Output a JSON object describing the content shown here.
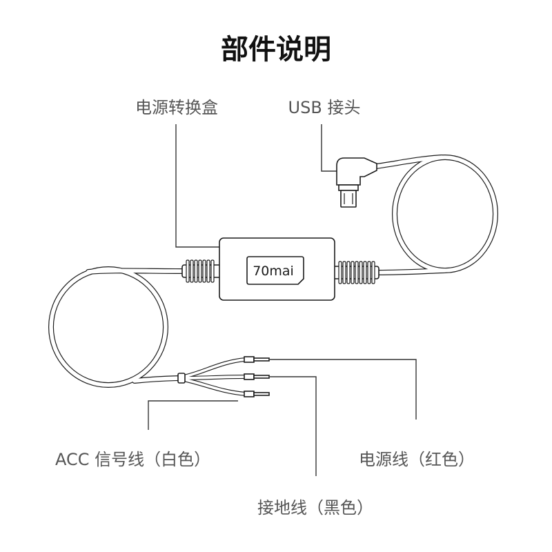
{
  "title": "部件说明",
  "labels": {
    "power_box": "电源转换盒",
    "usb_connector": "USB 接头",
    "acc_wire": "ACC 信号线（白色）",
    "power_wire": "电源线（红色）",
    "ground_wire": "接地线（黑色）"
  },
  "brand": "70mai",
  "colors": {
    "line": "#1a1a1a",
    "label_text": "#555555",
    "background": "#ffffff"
  }
}
